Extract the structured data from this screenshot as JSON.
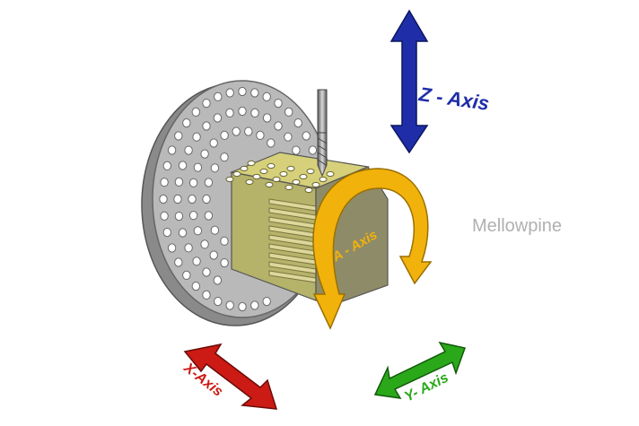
{
  "diagram": {
    "labels": {
      "z_axis": "Z - Axis",
      "a_axis": "A - Axis",
      "x_axis": "X-Axis",
      "y_axis": "Y- Axis"
    },
    "watermark": "Mellowpine",
    "colors": {
      "z_axis": "#1f2ea8",
      "a_axis": "#f2b20c",
      "x_axis": "#cc1a14",
      "y_axis": "#2aa81a",
      "disc": "#b9b9b9",
      "disc_edge": "#7f7f7f",
      "block_front": "#b5b26a",
      "block_top": "#d6d07a",
      "block_end": "#8e8c68",
      "fins": "#ddd79a",
      "drill": "#8a8a8a",
      "watermark": "#b0b0b0"
    }
  }
}
